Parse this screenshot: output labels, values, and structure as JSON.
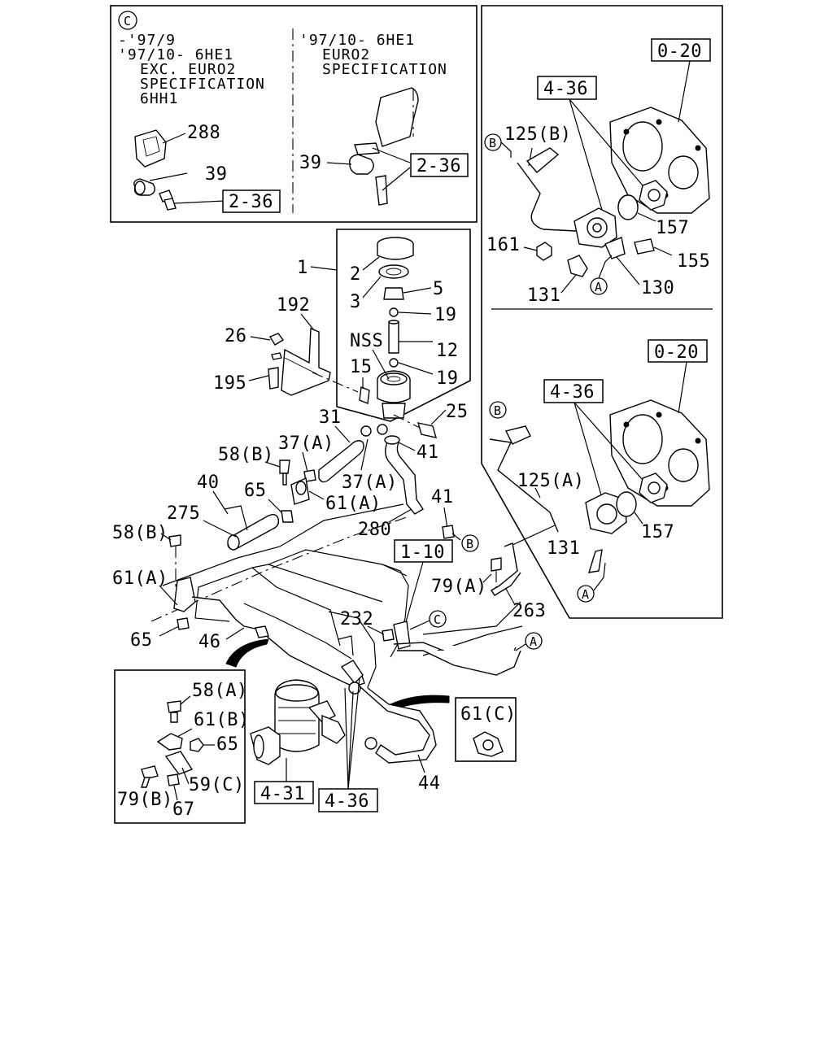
{
  "panel_c": {
    "marker": "C",
    "left_spec": [
      "-'97/9",
      "'97/10- 6HE1",
      "EXC. EURO2",
      "SPECIFICATION",
      "6HH1"
    ],
    "right_spec": [
      "'97/10- 6HE1",
      "EURO2",
      "SPECIFICATION"
    ],
    "labels": {
      "p288": "288",
      "p39a": "39",
      "p39b": "39"
    },
    "refs": {
      "ref236a": "2-36",
      "ref236b": "2-36"
    }
  },
  "panel_pump": {
    "ref_020a": "0-20",
    "ref_436a": "4-36",
    "ref_020b": "0-20",
    "ref_436b": "4-36",
    "labels": {
      "p125b": "125(B)",
      "p157a": "157",
      "p161": "161",
      "p155": "155",
      "p131a": "131",
      "p130": "130",
      "p125a": "125(A)",
      "p157b": "157",
      "p131b": "131"
    },
    "markers": {
      "b1": "B",
      "a1": "A",
      "b2": "B",
      "a2": "A"
    }
  },
  "main": {
    "labels": {
      "p1": "1",
      "p2": "2",
      "p3": "3",
      "p5": "5",
      "p19a": "19",
      "p12": "12",
      "pNSS": "NSS",
      "p15": "15",
      "p19b": "19",
      "p192": "192",
      "p26": "26",
      "p195": "195",
      "p25": "25",
      "p31": "31",
      "p37a1": "37(A)",
      "p41a": "41",
      "p58b1": "58(B)",
      "p37a2": "37(A)",
      "p40": "40",
      "p65a": "65",
      "p61a1": "61(A)",
      "p275": "275",
      "p41b": "41",
      "p58b2": "58(B)",
      "p280": "280",
      "p61a2": "61(A)",
      "p79a": "79(A)",
      "p263": "263",
      "p232": "232",
      "p65b": "65",
      "p46": "46",
      "p44": "44"
    },
    "refs": {
      "ref110": "1-10",
      "ref431": "4-31",
      "ref436": "4-36"
    },
    "markers": {
      "b3": "B",
      "c1": "C",
      "a3": "A"
    }
  },
  "inset_bolts": {
    "labels": {
      "p58a": "58(A)",
      "p61b": "61(B)",
      "p65": "65",
      "p59c": "59(C)",
      "p79b": "79(B)",
      "p67": "67"
    }
  },
  "inset_clip": {
    "label": "61(C)"
  }
}
